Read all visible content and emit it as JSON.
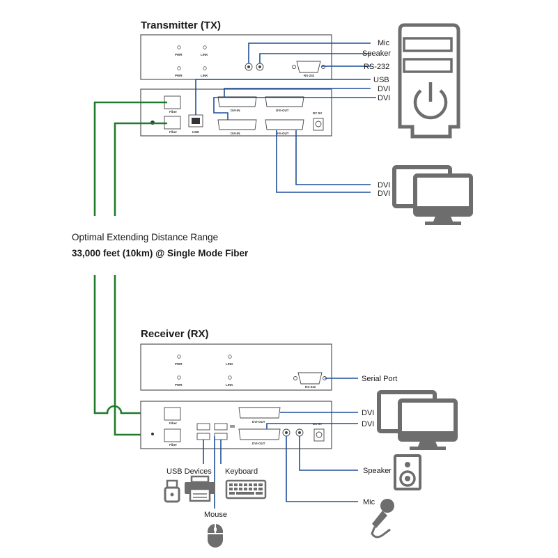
{
  "transmitter": {
    "title": "Transmitter (TX)",
    "front_labels": {
      "pwr": "PWR",
      "link": "LINK",
      "rs232": "RS-232"
    },
    "rear_labels": {
      "fiber": "Fiber",
      "usb": "USB",
      "dvi_in": "DVI-IN",
      "dvi_out": "DVI-OUT",
      "dc": "DC 5V"
    },
    "callouts": {
      "mic": "Mic",
      "speaker": "Speaker",
      "rs232": "RS-232",
      "usb": "USB",
      "dvi1": "DVI",
      "dvi2": "DVI",
      "dvi3": "DVI",
      "dvi4": "DVI"
    }
  },
  "distance": {
    "line1": "Optimal Extending Distance Range",
    "line2": "33,000 feet (10km) @ Single Mode Fiber"
  },
  "receiver": {
    "title": "Receiver (RX)",
    "front_labels": {
      "pwr": "PWR",
      "link": "LINK",
      "rs232": "RS-232"
    },
    "rear_labels": {
      "fiber": "Fiber",
      "dvi_out": "DVI-OUT",
      "dc": "DC 5V"
    },
    "callouts": {
      "serial": "Serial Port",
      "dvi1": "DVI",
      "dvi2": "DVI",
      "speaker": "Speaker",
      "mic": "Mic",
      "usb_devices": "USB Devices",
      "keyboard": "Keyboard",
      "mouse": "Mouse"
    }
  },
  "icons": [
    "computer-tower-icon",
    "dual-monitor-icon",
    "speaker-icon",
    "microphone-icon",
    "usb-drive-icon",
    "printer-icon",
    "keyboard-icon",
    "mouse-icon"
  ],
  "colors": {
    "signal_line": "#1f4e9a",
    "fiber_line": "#217a2b",
    "icon_gray": "#6d6d6d"
  }
}
